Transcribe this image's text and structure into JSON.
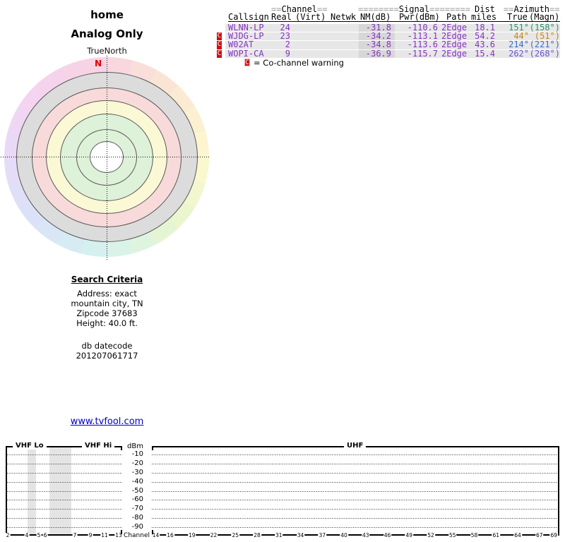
{
  "radar": {
    "title": "home",
    "subtitle": "Analog Only",
    "north_reference": "TrueNorth",
    "north_marker": "N",
    "wheel_colors": [
      "#f8d3e2",
      "#fae8d2",
      "#fcf8cf",
      "#e8f5cf",
      "#d6f2ee",
      "#d8e3f8",
      "#e7daf7",
      "#f6d3ee"
    ],
    "ring_colors": [
      "#dcdcdc",
      "#f8dada",
      "#fbf9d5",
      "#def1d9",
      "#def1d9",
      "#ffffff"
    ]
  },
  "table": {
    "header_groups": [
      {
        "pre": "==",
        "word": "Channel",
        "post": "=="
      },
      {
        "pre": "========",
        "word": "Signal",
        "post": "========"
      },
      {
        "pre": "",
        "word": "Dist",
        "post": ""
      },
      {
        "pre": "==",
        "word": "Azimuth",
        "post": "=="
      }
    ],
    "columns": [
      "Callsign",
      "Real",
      "(Virt)",
      "Netwk",
      "NM(dB)",
      "Pwr(dBm)",
      "Path",
      "miles",
      "True",
      "(Magn)"
    ],
    "rows": [
      {
        "co_channel": false,
        "callsign": "WLNN-LP",
        "real": "24",
        "virt": "",
        "netwk": "",
        "nm_db": "-31.8",
        "pwr_dbm": "-110.6",
        "path": "2Edge",
        "miles": "18.1",
        "azimuth_true": "151°",
        "azimuth_magn": "(158°)",
        "azimuth_color": "#2e9166"
      },
      {
        "co_channel": true,
        "callsign": "WJDG-LP",
        "real": "23",
        "virt": "",
        "netwk": "",
        "nm_db": "-34.2",
        "pwr_dbm": "-113.1",
        "path": "2Edge",
        "miles": "54.2",
        "azimuth_true": "44°",
        "azimuth_magn": "(51°)",
        "azimuth_color": "#c8860a"
      },
      {
        "co_channel": true,
        "callsign": "W02AT",
        "real": "2",
        "virt": "",
        "netwk": "",
        "nm_db": "-34.8",
        "pwr_dbm": "-113.6",
        "path": "2Edge",
        "miles": "43.6",
        "azimuth_true": "214°",
        "azimuth_magn": "(221°)",
        "azimuth_color": "#3c6bc8"
      },
      {
        "co_channel": true,
        "callsign": "WOPI-CA",
        "real": "9",
        "virt": "",
        "netwk": "",
        "nm_db": "-36.9",
        "pwr_dbm": "-115.7",
        "path": "2Edge",
        "miles": "15.4",
        "azimuth_true": "262°",
        "azimuth_magn": "(268°)",
        "azimuth_color": "#6a54cf"
      }
    ],
    "text_color": "#8533c0",
    "legend": {
      "marker": "C",
      "text": "= Co-channel warning",
      "marker_color": "#cc0000"
    }
  },
  "search": {
    "heading": "Search Criteria",
    "lines": [
      "Address: exact",
      "mountain city, TN",
      "Zipcode 37683",
      "Height: 40.0 ft."
    ],
    "db_lines": [
      "db datecode",
      "201207061717"
    ],
    "link": "www.tvfool.com"
  },
  "spectrum": {
    "unit_label": "dBm",
    "axis_label": "Channel",
    "vhf_labels": [
      "VHF Lo",
      "VHF Hi"
    ],
    "uhf_label": "UHF",
    "yticks": [
      "-10",
      "-20",
      "-30",
      "-40",
      "-50",
      "-60",
      "-70",
      "-80",
      "-90"
    ],
    "vhf_channels": [
      "2",
      "4",
      "5",
      "6",
      "7",
      "9",
      "11",
      "13"
    ],
    "uhf_channels": [
      "14",
      "16",
      "19",
      "22",
      "25",
      "28",
      "31",
      "34",
      "37",
      "40",
      "43",
      "46",
      "49",
      "52",
      "55",
      "58",
      "61",
      "64",
      "67",
      "69"
    ]
  }
}
